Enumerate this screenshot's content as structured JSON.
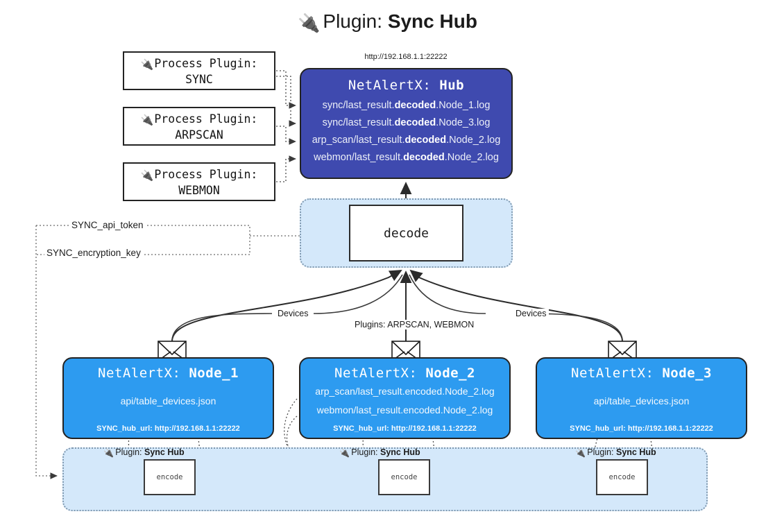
{
  "title": {
    "icon": "plug-icon",
    "glyph": "🔌",
    "label": "Plugin: ",
    "name": "Sync Hub"
  },
  "hub": {
    "url": "http://192.168.1.1:22222",
    "title_prefix": "NetAlertX: ",
    "title_name": "Hub",
    "lines": [
      {
        "pre": "sync/last_result.",
        "em": "decoded",
        "post": ".Node_1.log"
      },
      {
        "pre": "sync/last_result.",
        "em": "decoded",
        "post": ".Node_3.log"
      },
      {
        "pre": "arp_scan/last_result.",
        "em": "decoded",
        "post": ".Node_2.log"
      },
      {
        "pre": "webmon/last_result.",
        "em": "decoded",
        "post": ".Node_2.log"
      }
    ]
  },
  "process_plugins": [
    {
      "glyph": "🔌",
      "label": "Process Plugin:",
      "name": "SYNC"
    },
    {
      "glyph": "🔌",
      "label": "Process Plugin:",
      "name": "ARPSCAN"
    },
    {
      "glyph": "🔌",
      "label": "Process Plugin:",
      "name": "WEBMON"
    }
  ],
  "decode": {
    "label": "decode"
  },
  "keys": [
    {
      "label": "SYNC_api_token"
    },
    {
      "label": "SYNC_encryption_key"
    }
  ],
  "edge_labels": {
    "left": "Devices",
    "middle": "Plugins: ARPSCAN, WEBMON",
    "right": "Devices"
  },
  "nodes": [
    {
      "title_prefix": "NetAlertX: ",
      "title_name": "Node_1",
      "lines": [
        "api/table_devices.json"
      ],
      "footer": "SYNC_hub_url: http://192.168.1.1:22222"
    },
    {
      "title_prefix": "NetAlertX: ",
      "title_name": "Node_2",
      "lines": [
        "arp_scan/last_result.encoded.Node_2.log",
        "webmon/last_result.encoded.Node_2.log"
      ],
      "footer": "SYNC_hub_url: http://192.168.1.1:22222"
    },
    {
      "title_prefix": "NetAlertX: ",
      "title_name": "Node_3",
      "lines": [
        "api/table_devices.json"
      ],
      "footer": "SYNC_hub_url: http://192.168.1.1:22222"
    }
  ],
  "encoders": [
    {
      "glyph": "🔌",
      "caption_label": "Plugin: ",
      "caption_name": "Sync Hub",
      "box_label": "encode"
    },
    {
      "glyph": "🔌",
      "caption_label": "Plugin: ",
      "caption_name": "Sync Hub",
      "box_label": "encode"
    },
    {
      "glyph": "🔌",
      "caption_label": "Plugin: ",
      "caption_name": "Sync Hub",
      "box_label": "encode"
    }
  ],
  "colors": {
    "hub_fill": "#3f4aaf",
    "node_fill": "#2d9bf0",
    "band_fill": "#d4e8fa",
    "band_border": "#7e97ae",
    "stroke": "#232323",
    "background": "#ffffff"
  }
}
